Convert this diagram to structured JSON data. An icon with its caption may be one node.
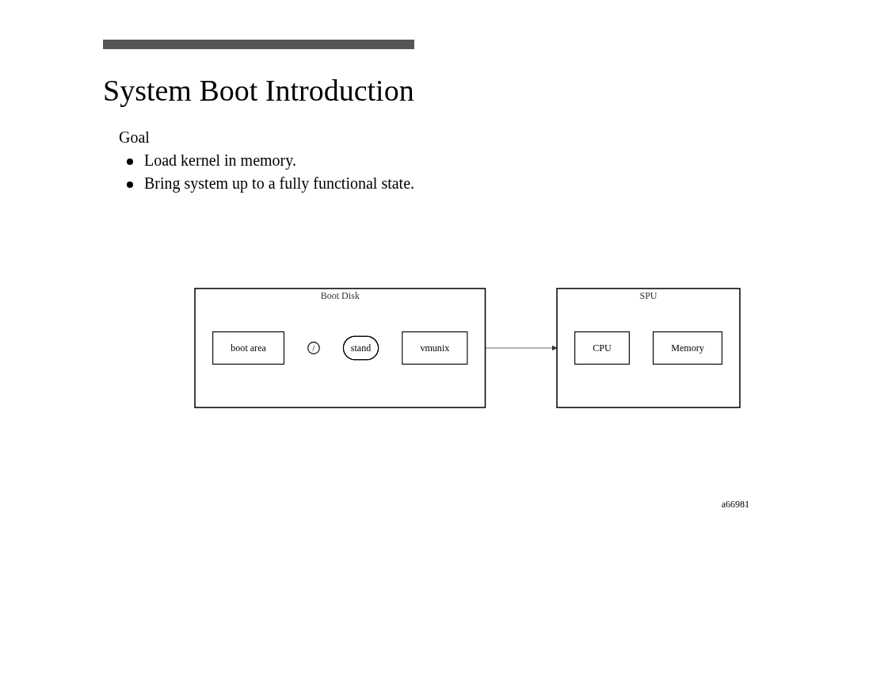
{
  "diagram": {
    "title": "System Boot Introduction",
    "nodes": [
      {
        "text": [
          "Boot Disk"
        ]
      },
      {
        "text": [
          "boot area"
        ],
        "in": 0
      },
      {
        "text": [
          "/"
        ],
        "in": 0
      },
      {
        "text": [
          "stand"
        ],
        "in": 0
      },
      {
        "text": [
          "vmunix"
        ],
        "in": 0
      },
      {
        "text": [
          "SPU"
        ]
      },
      {
        "text": [
          "CPU"
        ],
        "in": 5
      },
      {
        "text": [
          "Memory"
        ],
        "in": 5
      }
    ],
    "edges": [
      {
        "from": 0,
        "to": 5,
        "arrow": "to"
      }
    ],
    "labels": [
      "Goal",
      "Load kernel in memory.",
      "Bring system up to a fully functional state.",
      "a66981"
    ]
  }
}
